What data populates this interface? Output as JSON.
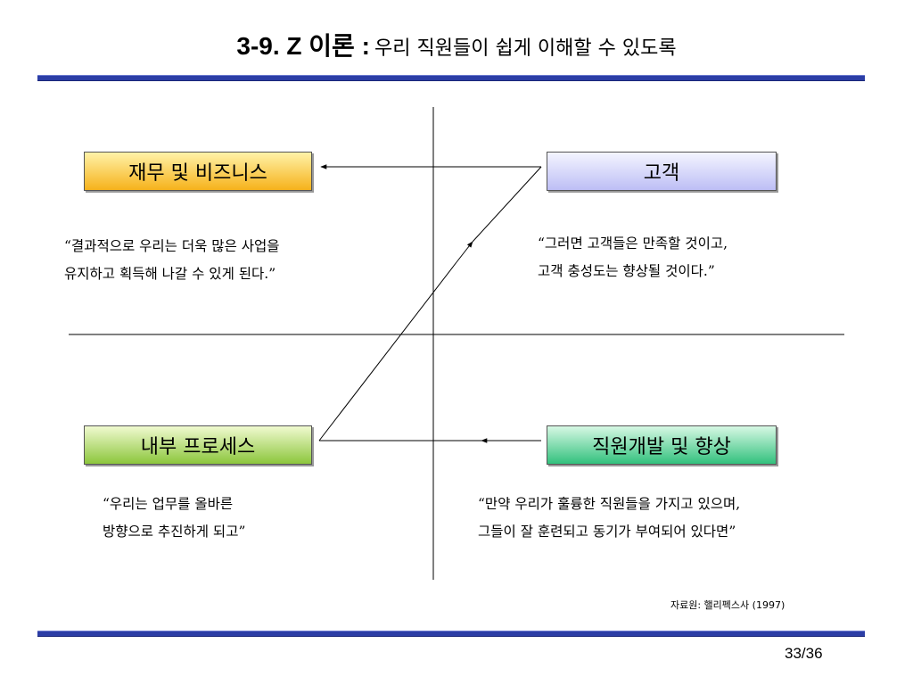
{
  "title": {
    "main": "3-9. Z 이론 :",
    "sub": "우리 직원들이 쉽게 이해할 수 있도록"
  },
  "boxes": {
    "finance": "재무 및 비즈니스",
    "customer": "고객",
    "process": "내부 프로세스",
    "learning": "직원개발 및 향상"
  },
  "quotes": {
    "finance": [
      "“결과적으로 우리는 더욱 많은 사업을",
      "유지하고 획득해 나갈 수 있게 된다.”"
    ],
    "customer": [
      "“그러면 고객들은 만족할 것이고,",
      "고객 충성도는 향상될 것이다.”"
    ],
    "process": [
      "“우리는 업무를 올바른",
      "방향으로 추진하게 되고”"
    ],
    "learning": [
      "“만약 우리가 훌륭한 직원들을 가지고 있으며,",
      "그들이 잘 훈련되고 동기가 부여되어 있다면”"
    ]
  },
  "source": "자료원: 핼리펙스사 (1997)",
  "page_number": "33/36",
  "colors": {
    "rule": "#2c3ea6",
    "finance_box": "#f6b21b",
    "customer_box": "#bdbef5",
    "process_box": "#8cc63c",
    "learning_box": "#32c17d"
  }
}
